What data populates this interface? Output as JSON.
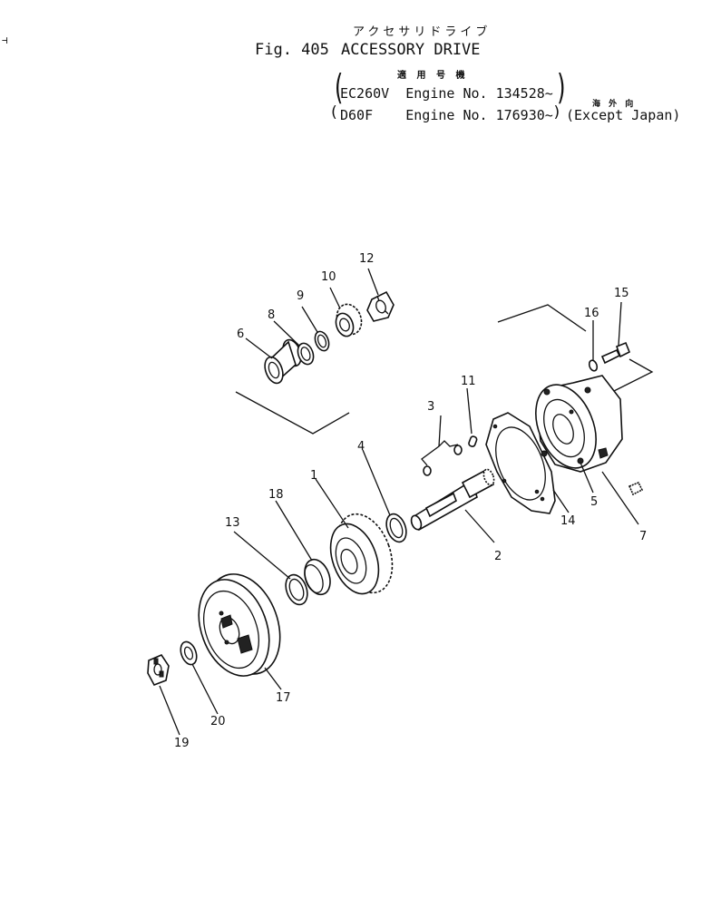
{
  "header": {
    "title_jp": "アクセサリドライブ",
    "fig_label": "Fig. 405",
    "title_en": "ACCESSORY DRIVE",
    "applicability_jp": "適 用 号 機",
    "applicability_lines": [
      "EC260V  Engine No. 134528~",
      "D60F    Engine No. 176930~"
    ],
    "region_jp": "海 外 向",
    "region_en": "(Except Japan)",
    "corner_mark": "⊣"
  },
  "parts": [
    {
      "id": "part-1",
      "label": "1"
    },
    {
      "id": "part-2",
      "label": "2"
    },
    {
      "id": "part-3",
      "label": "3"
    },
    {
      "id": "part-4",
      "label": "4"
    },
    {
      "id": "part-5",
      "label": "5"
    },
    {
      "id": "part-6",
      "label": "6"
    },
    {
      "id": "part-7",
      "label": "7"
    },
    {
      "id": "part-8",
      "label": "8"
    },
    {
      "id": "part-9",
      "label": "9"
    },
    {
      "id": "part-10",
      "label": "10"
    },
    {
      "id": "part-11",
      "label": "11"
    },
    {
      "id": "part-12",
      "label": "12"
    },
    {
      "id": "part-13",
      "label": "13"
    },
    {
      "id": "part-14",
      "label": "14"
    },
    {
      "id": "part-15",
      "label": "15"
    },
    {
      "id": "part-16",
      "label": "16"
    },
    {
      "id": "part-17",
      "label": "17"
    },
    {
      "id": "part-18",
      "label": "18"
    },
    {
      "id": "part-19",
      "label": "19"
    },
    {
      "id": "part-20",
      "label": "20"
    }
  ]
}
